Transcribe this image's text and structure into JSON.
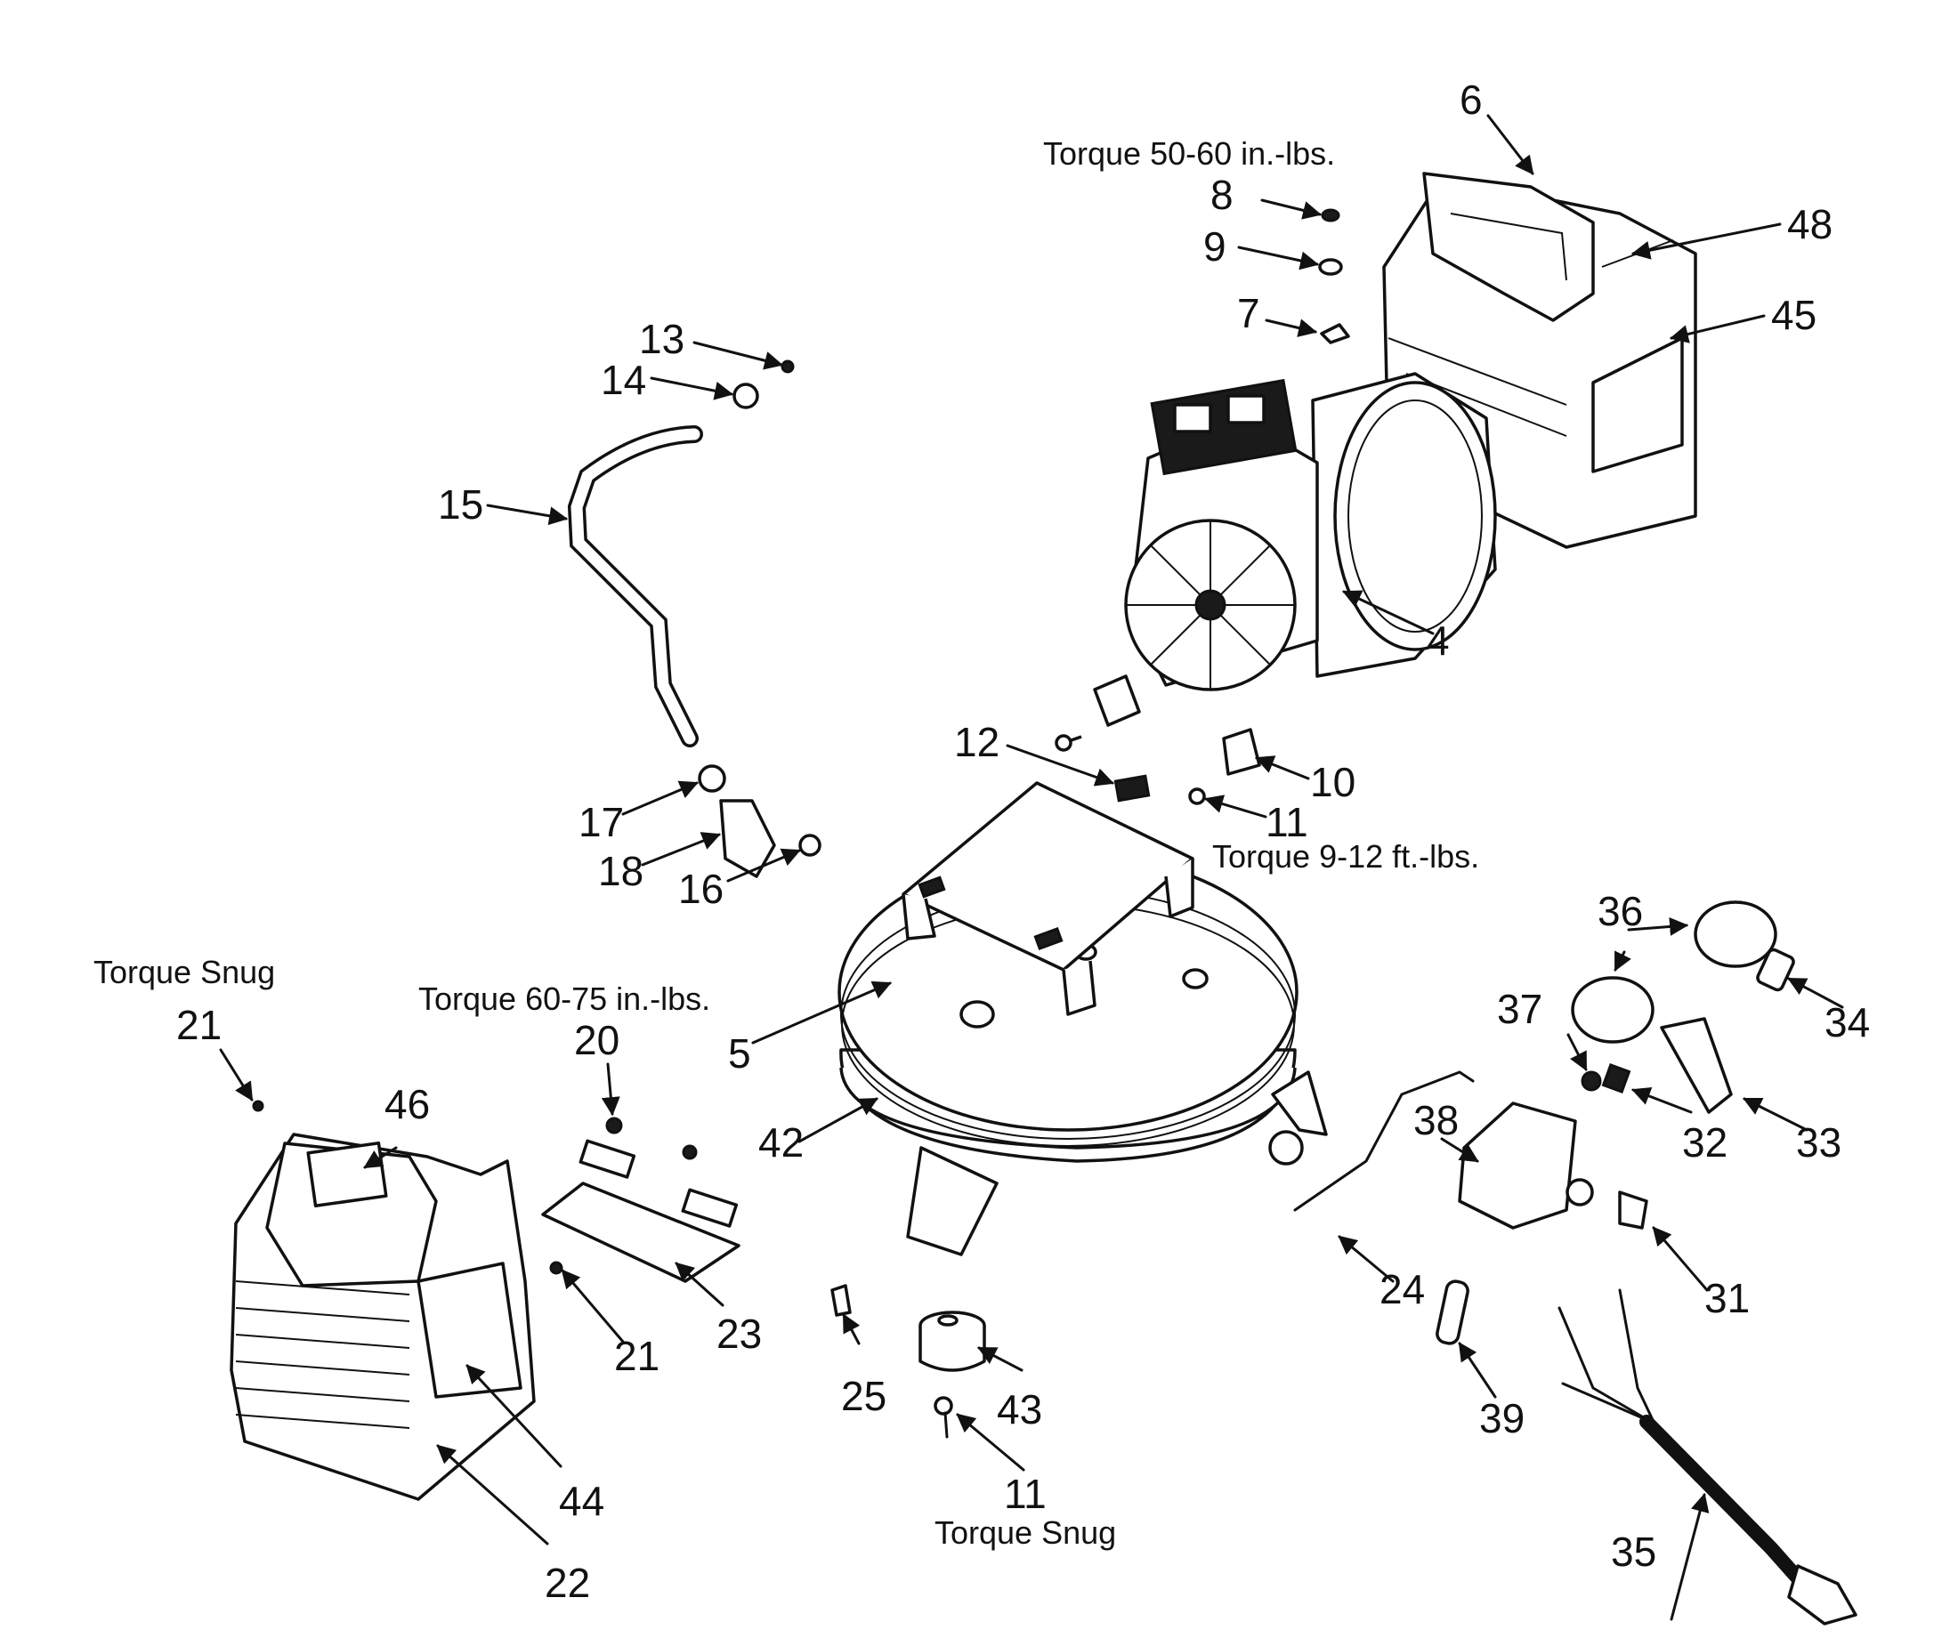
{
  "torque_labels": {
    "top": "Torque 50-60 in.-lbs.",
    "pump_mount": "Torque 9-12 ft.-lbs.",
    "left_cover": "Torque Snug",
    "panel": "Torque 60-75 in.-lbs.",
    "foot": "Torque Snug"
  },
  "part_numbers": {
    "p4": "4",
    "p5": "5",
    "p6": "6",
    "p7": "7",
    "p8": "8",
    "p9": "9",
    "p10": "10",
    "p11a": "11",
    "p11b": "11",
    "p12": "12",
    "p13": "13",
    "p14": "14",
    "p15": "15",
    "p16": "16",
    "p17": "17",
    "p18": "18",
    "p20": "20",
    "p21a": "21",
    "p21b": "21",
    "p22": "22",
    "p23": "23",
    "p24": "24",
    "p25": "25",
    "p31": "31",
    "p32": "32",
    "p33": "33",
    "p34": "34",
    "p35": "35",
    "p36": "36",
    "p37": "37",
    "p38": "38",
    "p39": "39",
    "p42": "42",
    "p43": "43",
    "p44": "44",
    "p45": "45",
    "p46": "46",
    "p48": "48"
  }
}
